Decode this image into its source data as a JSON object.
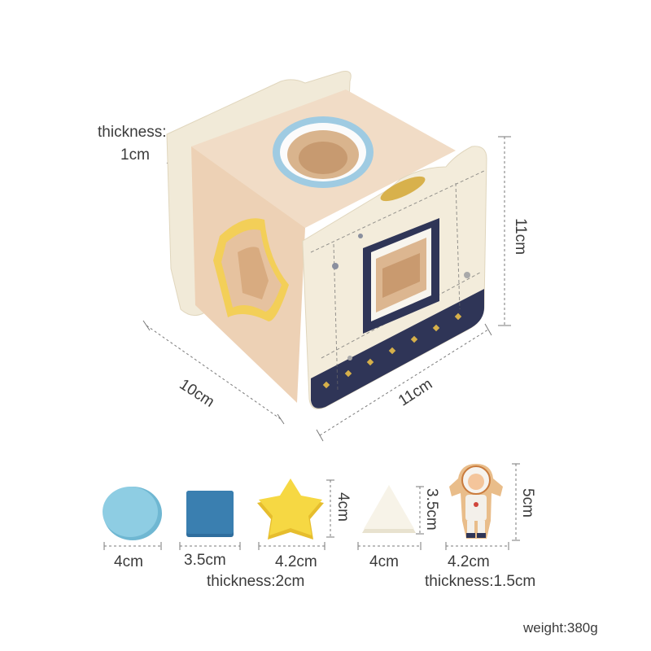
{
  "box": {
    "thickness_label": "thickness:",
    "thickness_value": "1cm",
    "height": "11cm",
    "depth": "10cm",
    "width": "11cm"
  },
  "shapes": [
    {
      "name": "circle",
      "size": "4cm",
      "color": "#7fc6de"
    },
    {
      "name": "square",
      "size": "3.5cm",
      "color": "#2f6e9e"
    },
    {
      "name": "star",
      "size": "4.2cm",
      "height": "4cm",
      "color": "#f2cf3c"
    },
    {
      "name": "triangle",
      "size": "4cm",
      "height": "3.5cm",
      "color": "#f4efe2"
    },
    {
      "name": "astronaut",
      "size": "4.2cm",
      "height": "5cm",
      "color": "#e9bd8a"
    }
  ],
  "thickness_shapes": "thickness:2cm",
  "thickness_astronaut": "thickness:1.5cm",
  "weight": "weight:380g"
}
